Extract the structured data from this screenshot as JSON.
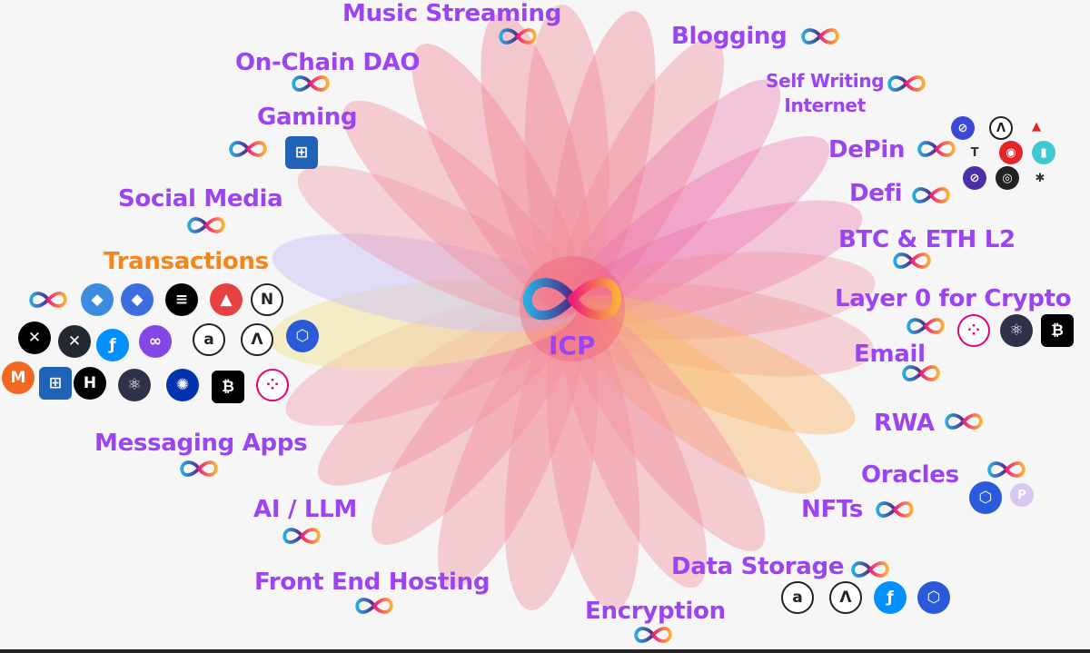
{
  "diagram": {
    "center_label": "ICP",
    "labels": {
      "music_streaming": "Music Streaming",
      "blogging": "Blogging",
      "on_chain_dao": "On-Chain DAO",
      "self_writing_internet": "Self Writing\nInternet",
      "gaming": "Gaming",
      "depin": "DePin",
      "defi": "Defi",
      "social_media": "Social Media",
      "btc_eth_l2": "BTC & ETH L2",
      "transactions": "Transactions",
      "layer0": "Layer 0 for Crypto",
      "email": "Email",
      "rwa": "RWA",
      "messaging_apps": "Messaging Apps",
      "oracles": "Oracles",
      "nfts": "NFTs",
      "ai_llm": "AI / LLM",
      "front_end_hosting": "Front End Hosting",
      "data_storage": "Data Storage",
      "encryption": "Encryption"
    },
    "colors": {
      "label": "#9b44f0",
      "transactions_label": "#f4861e",
      "petal_pink": "#f28c9c",
      "petal_lavender": "#cfc6f5",
      "petal_yellow": "#f3e49a",
      "petal_orange": "#f8b56a",
      "petal_magenta": "#ef6aa6"
    },
    "icon_names": [
      "icp-infinity-icon",
      "ethereum-icon",
      "solana-icon",
      "avalanche-icon",
      "near-icon",
      "xrp-icon",
      "filecoin-icon",
      "polygon-icon",
      "arweave-icon",
      "chainlink-icon",
      "monero-icon",
      "hedera-icon",
      "cosmos-icon",
      "cardano-icon",
      "polkadot-icon",
      "pyth-icon"
    ],
    "coin_glyphs": {
      "ic_badge": "⊞",
      "near": "N",
      "stacks": "✕",
      "xrp": "✕",
      "filecoin": "ƒ",
      "polygon": "∞",
      "arweave": "a",
      "arrow": "Λ",
      "hedera": "H",
      "cosmos": "⚛",
      "cardano": "✺",
      "bitcoin_square": "₿",
      "monero": "M",
      "tron": "T",
      "render": "◎",
      "target": "◉",
      "battery": "▮",
      "theta": "⊘",
      "pyth": "P",
      "iota": "✱",
      "chainlink": "⬡"
    }
  }
}
